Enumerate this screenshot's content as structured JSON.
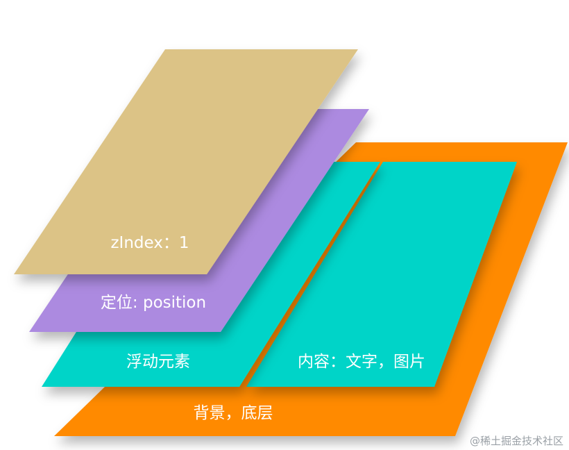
{
  "layers": {
    "background": {
      "label": "背景，底层",
      "color": "#ff8a00"
    },
    "content": {
      "label": "内容：文字，图片",
      "color": "#00d4c8"
    },
    "float": {
      "label": "浮动元素",
      "color": "#00d4c8"
    },
    "position": {
      "label": "定位: position",
      "color": "#ac8ae0"
    },
    "zindex": {
      "label": "zIndex：1",
      "color": "#dcc386"
    }
  },
  "watermark": {
    "text": "@稀土掘金技术社区"
  }
}
